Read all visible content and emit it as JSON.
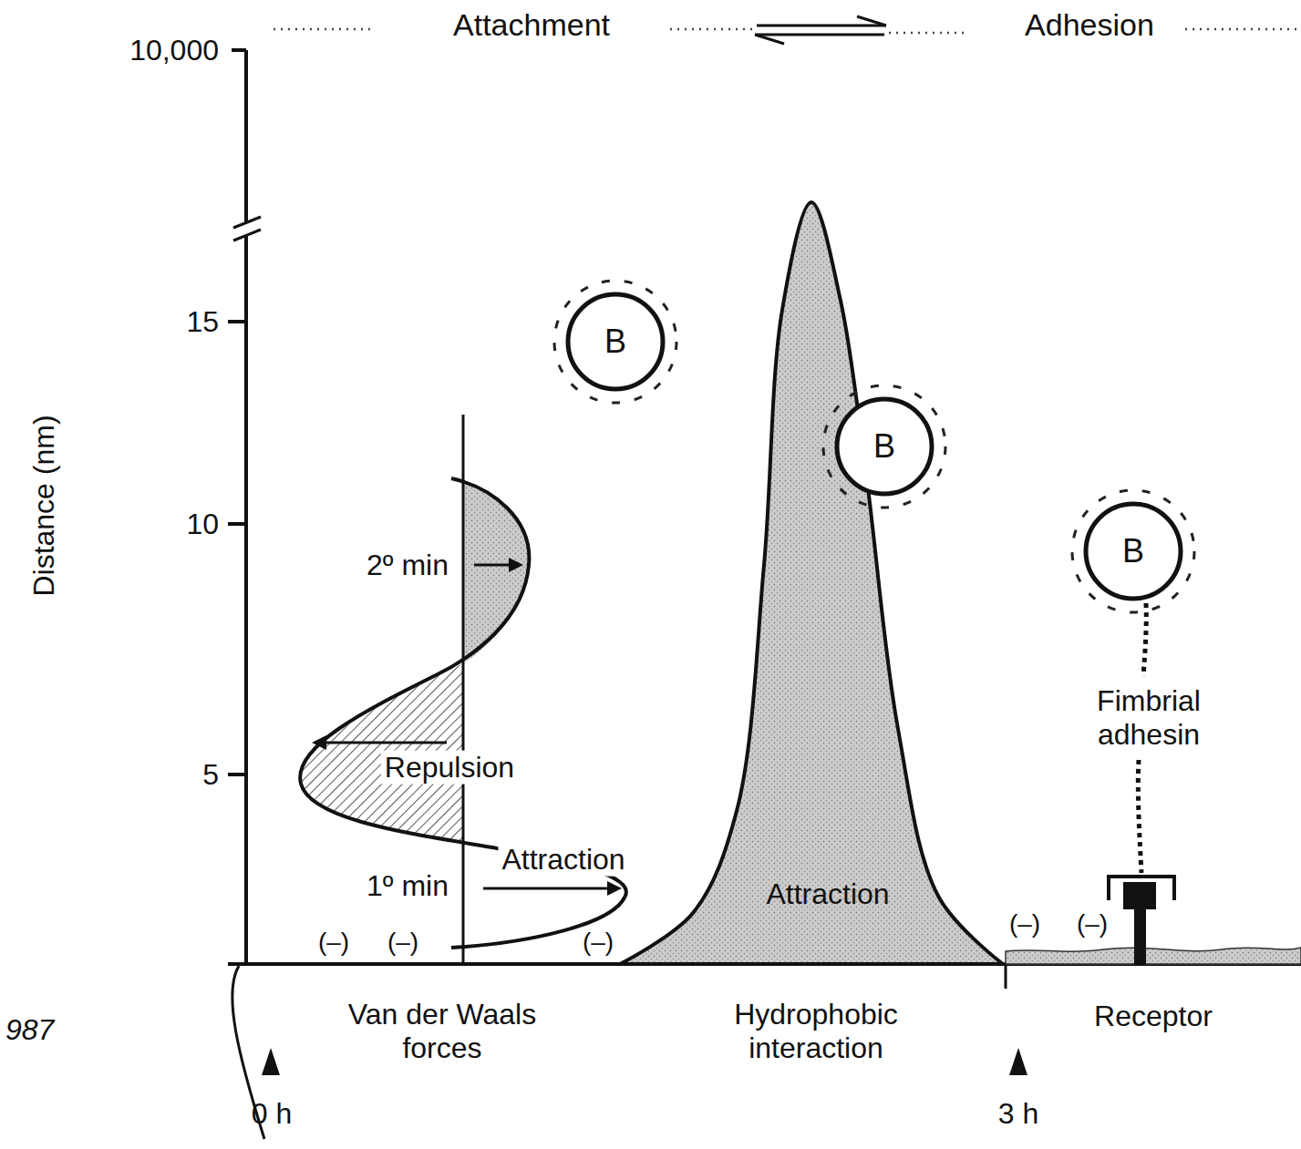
{
  "diagram": {
    "nodes": [
      {
        "text": [
          "B"
        ]
      },
      {
        "text": [
          "Attraction"
        ]
      },
      {
        "text": [
          "B"
        ]
      },
      {
        "text": [
          "B"
        ]
      }
    ],
    "labels": [
      "Attachment",
      "Adhesion",
      "10,000",
      "15",
      "10",
      "5",
      "Distance (nm)",
      "2º min",
      "Repulsion",
      "Attraction",
      "1º min",
      "(–)",
      "(–)",
      "(–)",
      "(–)",
      "(–)",
      "Fimbrial adhesin",
      "Van der Waals forces",
      "Hydrophobic interaction",
      "Receptor",
      "0 h",
      "3 h",
      "987"
    ]
  }
}
